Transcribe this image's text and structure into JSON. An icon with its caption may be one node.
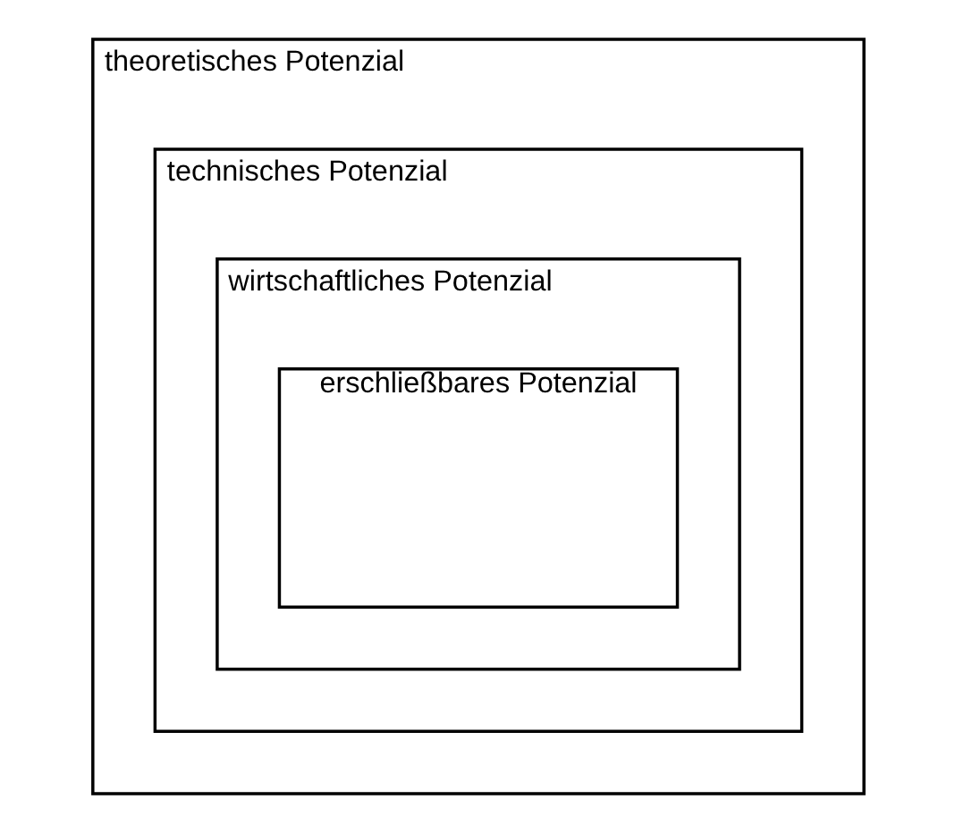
{
  "diagram": {
    "nodes": [
      {
        "text": [
          "theoretisches Potenzial"
        ]
      },
      {
        "text": [
          "technisches Potenzial"
        ],
        "in": 0
      },
      {
        "text": [
          "wirtschaftliches Potenzial"
        ],
        "in": 1
      },
      {
        "text": [
          "erschließbares Potenzial"
        ],
        "in": 2
      }
    ]
  }
}
